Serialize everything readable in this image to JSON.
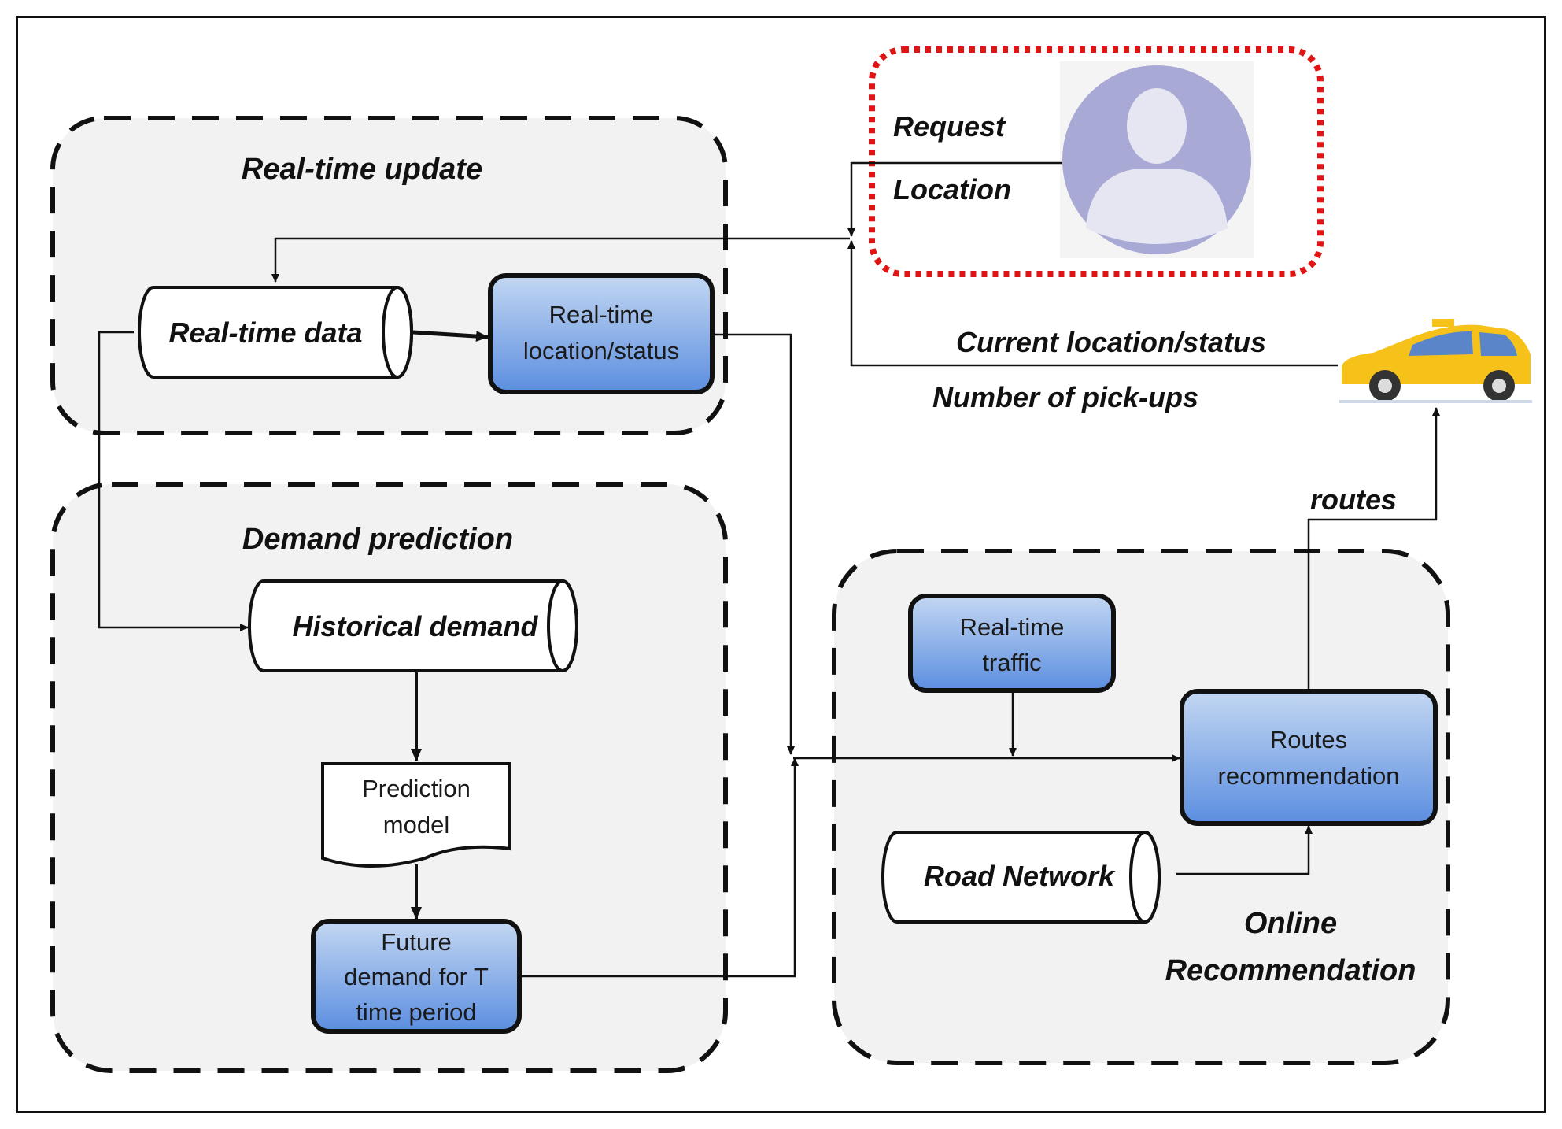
{
  "sections": {
    "realtime_update": {
      "title": "Real-time update"
    },
    "demand_prediction": {
      "title": "Demand prediction"
    },
    "online_recommendation": {
      "title_line1": "Online",
      "title_line2": "Recommendation"
    }
  },
  "nodes": {
    "realtime_data": "Real-time data",
    "realtime_location_line1": "Real-time",
    "realtime_location_line2": "location/status",
    "historical_demand": "Historical demand",
    "prediction_model_line1": "Prediction",
    "prediction_model_line2": "model",
    "future_demand_line1": "Future",
    "future_demand_line2": "demand for T",
    "future_demand_line3": "time period",
    "realtime_traffic_line1": "Real-time",
    "realtime_traffic_line2": "traffic",
    "routes_rec_line1": "Routes",
    "routes_rec_line2": "recommendation",
    "road_network": "Road Network"
  },
  "passenger": {
    "request": "Request",
    "location": "Location"
  },
  "edge_labels": {
    "current_location": "Current location/status",
    "pickups": "Number of pick-ups",
    "routes": "routes"
  },
  "colors": {
    "box_fill_top": "#c3d7f2",
    "box_fill_bottom": "#5b8ee0",
    "section_fill": "#f2f2f2",
    "passenger_border": "#e01414",
    "avatar": "#a9a9d6",
    "taxi": "#f6c21a"
  },
  "icons": {
    "passenger": "user-avatar-icon",
    "taxi": "taxi-icon"
  }
}
